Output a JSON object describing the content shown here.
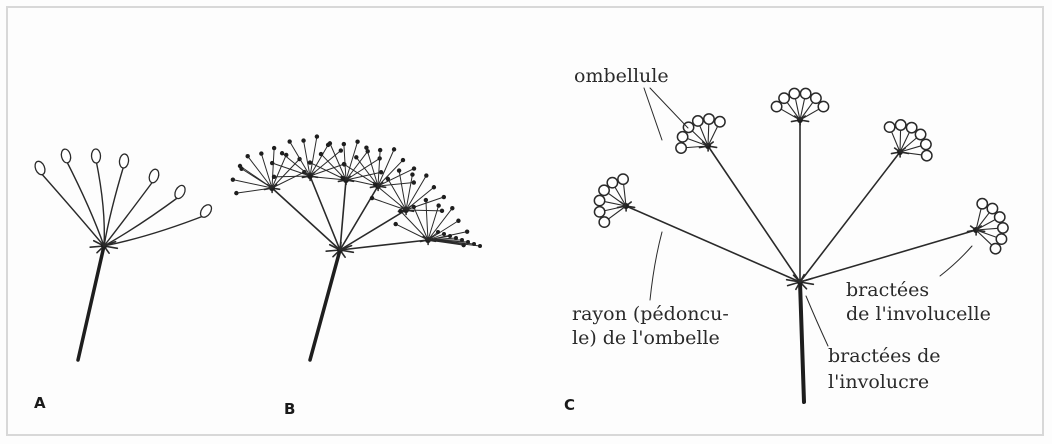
{
  "panels": [
    {
      "id": "A",
      "label": "A"
    },
    {
      "id": "B",
      "label": "B"
    },
    {
      "id": "C",
      "label": "C"
    }
  ],
  "annotations": {
    "ombellule": "ombellule",
    "rayon_line1": "rayon (pédoncu-",
    "rayon_line2": "le) de l'ombelle",
    "involucelle_line1": "bractées",
    "involucelle_line2": "de l'involucelle",
    "involucre_line1": "bractées de",
    "involucre_line2": "l'involucre"
  },
  "colors": {
    "ink": "#2a2a2a",
    "stem": "#1e1e1e",
    "frame": "#d8d8d8"
  }
}
